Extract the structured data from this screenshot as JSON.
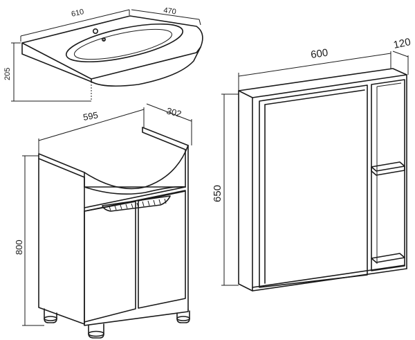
{
  "basin": {
    "width_label": "610",
    "depth_label": "470",
    "height_label": "205"
  },
  "vanity": {
    "width_label": "595",
    "depth_label": "302",
    "height_label": "800"
  },
  "mirror_cabinet": {
    "width_label": "600",
    "depth_label": "120",
    "height_label": "650"
  }
}
